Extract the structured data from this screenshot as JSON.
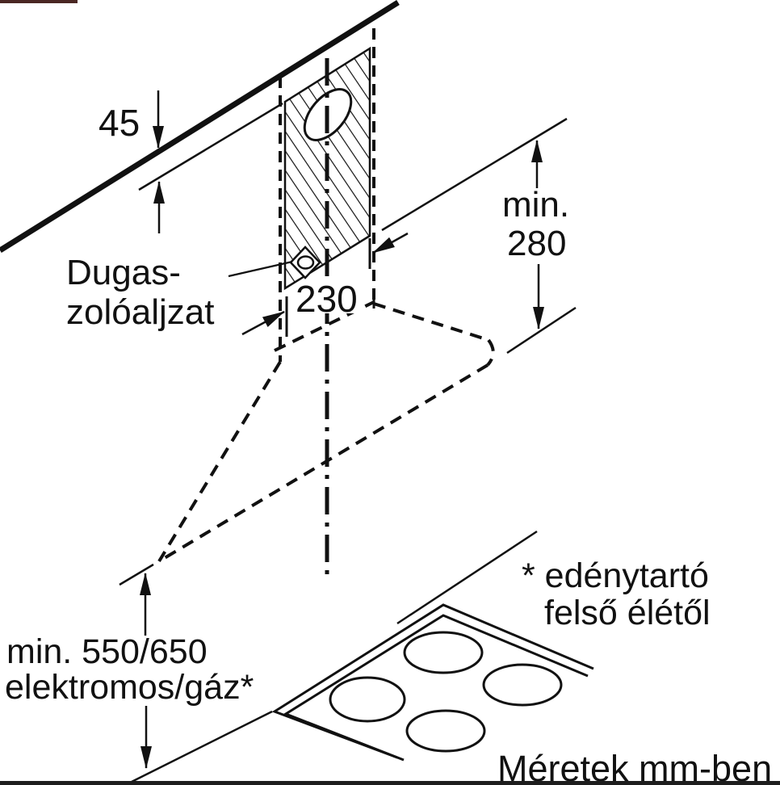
{
  "diagram": {
    "type": "cooker-hood installation drawing",
    "background": "#ffffff",
    "line_color": "#111111",
    "units_note": "Méretek mm-ben",
    "dim_wall_gap": "45",
    "dim_duct_width": "230",
    "dim_top_clearance": {
      "line1": "min.",
      "line2": "280"
    },
    "dim_hob_clearance": {
      "line1": "min. 550/650",
      "line2": "elektromos/gáz*"
    },
    "label_socket": {
      "line1": "Dugas-",
      "line2": "zolóaljzat"
    },
    "footnote": {
      "line1": "* edénytartó",
      "line2": "felső élétől"
    }
  }
}
